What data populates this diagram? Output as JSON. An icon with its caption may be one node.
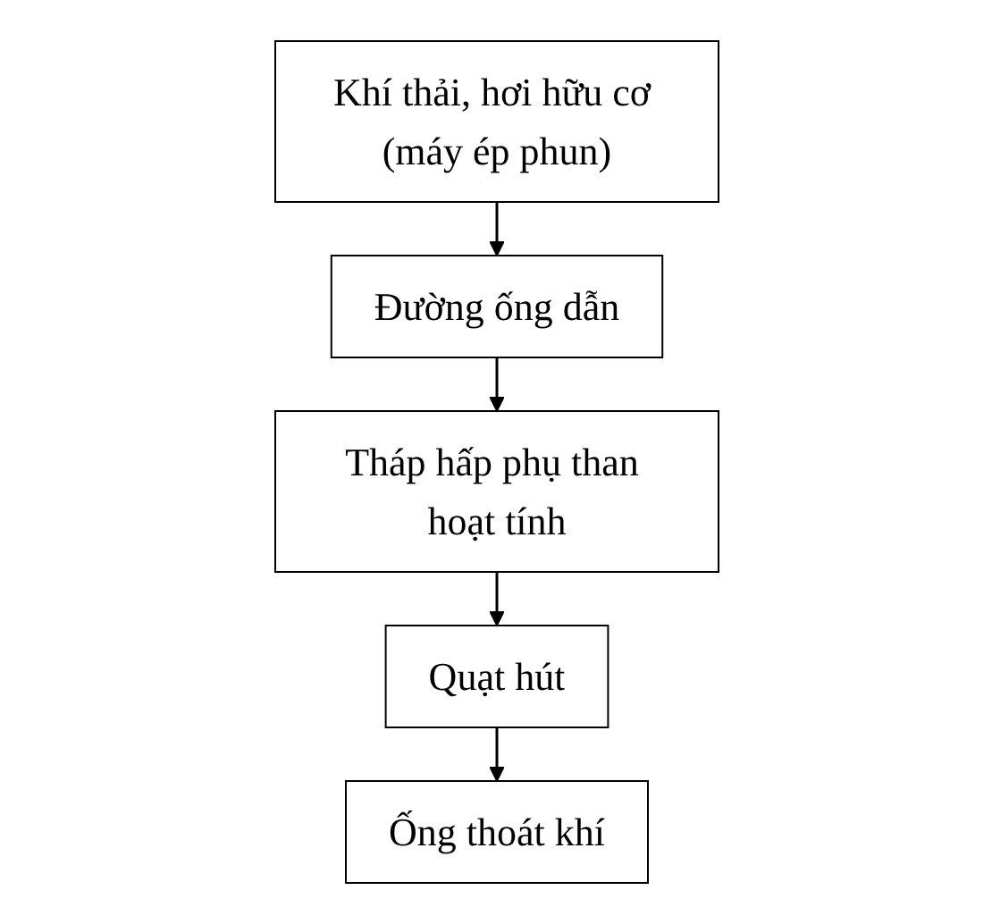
{
  "diagram": {
    "nodes": [
      {
        "text": [
          "Khí thải, hơi hữu cơ (máy ép phun)"
        ]
      },
      {
        "text": [
          "Đường ống dẫn"
        ]
      },
      {
        "text": [
          "Tháp hấp phụ than hoạt tính"
        ]
      },
      {
        "text": [
          "Quạt hút"
        ]
      },
      {
        "text": [
          "Ống thoát khí"
        ]
      }
    ],
    "edges": [
      {
        "from": 0,
        "to": 1,
        "arrow": "to"
      },
      {
        "from": 1,
        "to": 2,
        "arrow": "to"
      },
      {
        "from": 2,
        "to": 3,
        "arrow": "to"
      },
      {
        "from": 3,
        "to": 4,
        "arrow": "to"
      }
    ]
  }
}
